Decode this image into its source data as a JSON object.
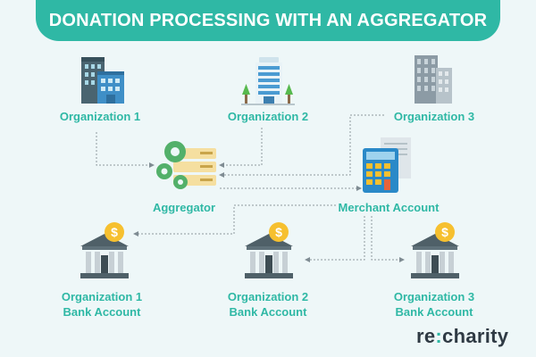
{
  "header": {
    "title": "DONATION PROCESSING WITH AN AGGREGATOR"
  },
  "nodes": {
    "org1": {
      "label": "Organization 1",
      "icon": "office-buildings-icon"
    },
    "org2": {
      "label": "Organization 2",
      "icon": "office-tower-icon"
    },
    "org3": {
      "label": "Organization 3",
      "icon": "skyscraper-icon"
    },
    "aggregator": {
      "label": "Aggregator",
      "icon": "gears-server-icon"
    },
    "merchant": {
      "label": "Merchant Account",
      "icon": "calculator-icon"
    },
    "bank1": {
      "line1": "Organization 1",
      "line2": "Bank Account",
      "icon": "bank-dollar-icon"
    },
    "bank2": {
      "line1": "Organization 2",
      "line2": "Bank Account",
      "icon": "bank-dollar-icon"
    },
    "bank3": {
      "line1": "Organization 3",
      "line2": "Bank Account",
      "icon": "bank-dollar-icon"
    }
  },
  "badge_symbol": "$",
  "logo": {
    "part1": "re",
    "colon": ":",
    "part2": "charity"
  },
  "colors": {
    "accent": "#2fb8a5",
    "background": "#eef7f8",
    "coin": "#f6c02f",
    "dark": "#2f3a44"
  }
}
